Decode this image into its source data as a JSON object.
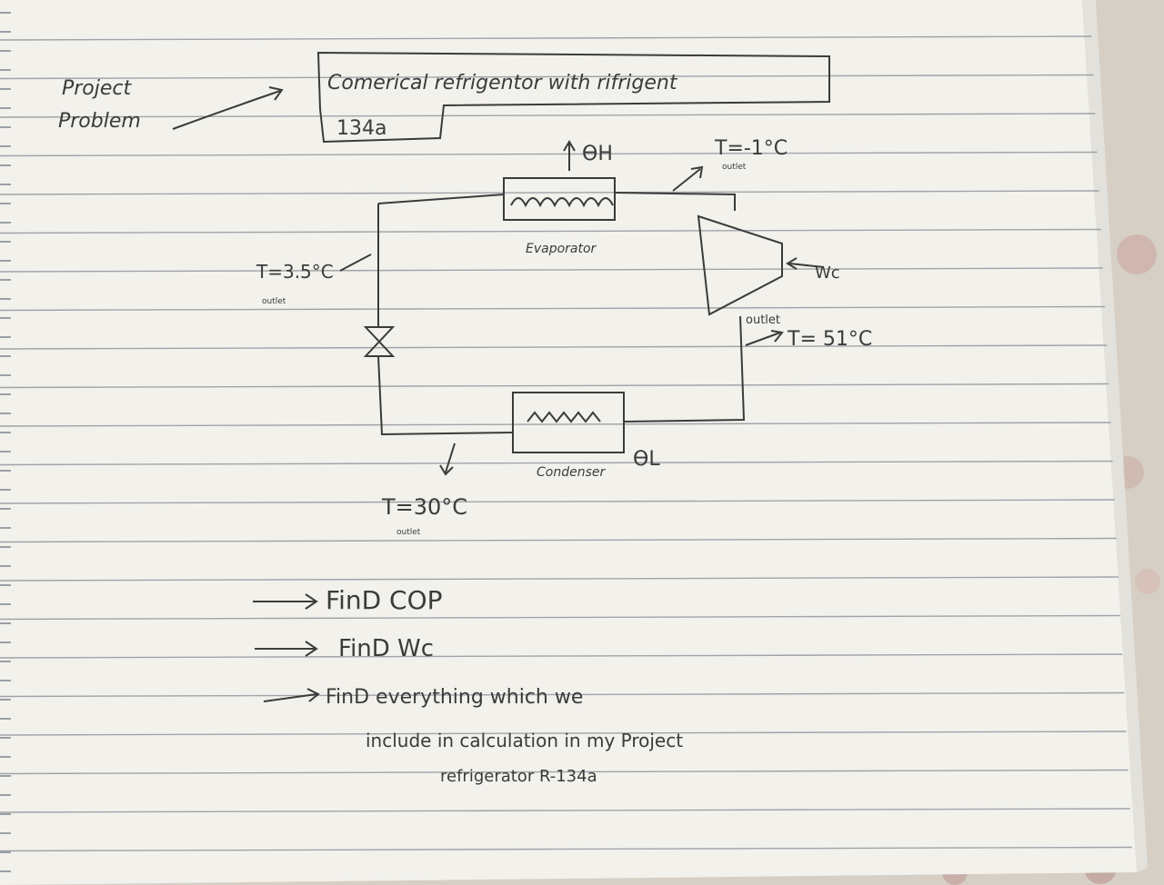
{
  "header": {
    "project_label_line1": "Project",
    "project_label_line2": "Problem",
    "problem_line1": "Comerical refrigentor with rifrigent",
    "problem_line2": "134a"
  },
  "diagram": {
    "qh_label": "ϴH",
    "evap_outlet_temp": "T=-1°C",
    "evap_outlet_sub": "outlet",
    "evaporator_label": "Evaporator",
    "valve_outlet_temp": "T=3.5°C",
    "valve_outlet_sub": "outlet",
    "wc_label": "Wc",
    "comp_outlet_label": "outlet",
    "comp_outlet_temp": "T= 51°C",
    "condenser_label": "Condenser",
    "ql_label": "ϴL",
    "cond_outlet_temp": "T=30°C",
    "cond_outlet_sub": "outlet"
  },
  "tasks": {
    "task1": "FinD COP",
    "task2": "FinD Wc",
    "task3_line1": "FinD everything which we",
    "task3_line2": "include in calculation in my Project",
    "task3_line3": "refrigerator R-134a"
  },
  "colors": {
    "paper": "#f2f1ec",
    "ink": "#3b3b3b",
    "rule_line": "#9fa3a8",
    "margin_line": "#b8b8bd",
    "background": "#d9d4cb"
  }
}
